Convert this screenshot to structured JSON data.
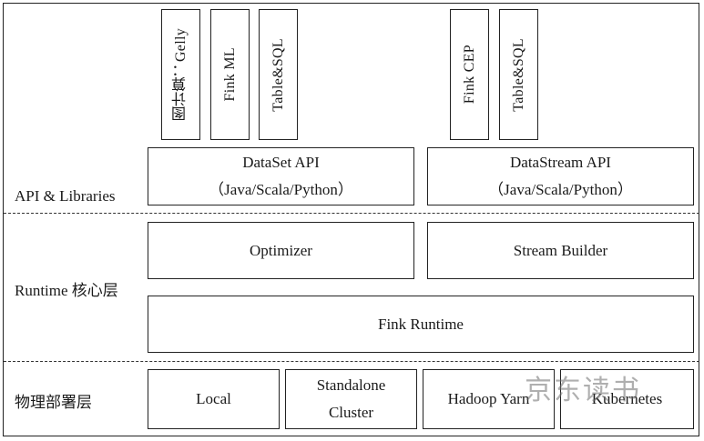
{
  "layers": {
    "api": "API & Libraries",
    "runtime": "Runtime 核心层",
    "deploy": "物理部署层"
  },
  "libraries": {
    "dataset": [
      "图计算：Gelly",
      "Fink ML",
      "Table&SQL"
    ],
    "datastream": [
      "Fink CEP",
      "Table&SQL"
    ]
  },
  "apis": {
    "dataset": {
      "name": "DataSet API",
      "langs": "（Java/Scala/Python）"
    },
    "datastream": {
      "name": "DataStream API",
      "langs": "（Java/Scala/Python）"
    }
  },
  "runtime": {
    "optimizer": "Optimizer",
    "stream_builder": "Stream Builder",
    "core": "Fink Runtime"
  },
  "deploy": {
    "local": "Local",
    "standalone_line1": "Standalone",
    "standalone_line2": "Cluster",
    "yarn": "Hadoop Yarn",
    "kubernetes": "Kubernetes"
  },
  "watermark": "京东读书"
}
